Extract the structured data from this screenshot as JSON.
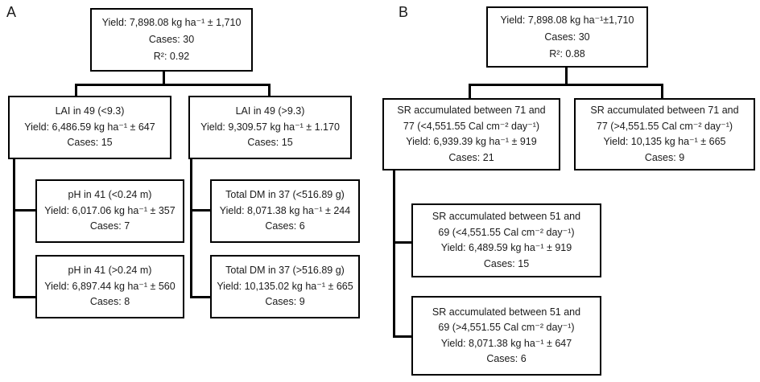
{
  "figure": {
    "type": "regression-tree-diagram",
    "colors": {
      "background": "#ffffff",
      "box_border": "#000000",
      "text": "#1a1a1a",
      "connector": "#000000"
    },
    "panel_a": {
      "label": "A",
      "nodes": {
        "root": "Yield: 7,898.08 kg ha⁻¹ ± 1,710\nCases: 30\nR²: 0.92",
        "lai_low": "LAI in 49 (<9.3)\nYield: 6,486.59 kg ha⁻¹ ± 647\nCases: 15",
        "lai_high": "LAI in 49 (>9.3)\nYield: 9,309.57 kg ha⁻¹ ± 1.170\nCases: 15",
        "ph_low": "pH in 41 (<0.24 m)\nYield: 6,017.06 kg ha⁻¹ ± 357\nCases: 7",
        "ph_high": "pH in 41 (>0.24 m)\nYield: 6,897.44 kg ha⁻¹ ± 560\nCases: 8",
        "dm_low": "Total DM in 37 (<516.89 g)\nYield: 8,071.38 kg ha⁻¹ ± 244\nCases: 6",
        "dm_high": "Total DM in 37 (>516.89 g)\nYield: 10,135.02 kg ha⁻¹ ± 665\nCases: 9"
      }
    },
    "panel_b": {
      "label": "B",
      "nodes": {
        "root": "Yield: 7,898.08 kg ha⁻¹±1,710\nCases: 30\nR²: 0.88",
        "sr77_low": "SR accumulated between 71 and\n77 (<4,551.55 Cal cm⁻² day⁻¹)\nYield: 6,939.39 kg ha⁻¹ ± 919\nCases: 21",
        "sr77_high": "SR accumulated between 71 and\n77 (>4,551.55 Cal cm⁻² day⁻¹)\nYield: 10,135 kg ha⁻¹ ± 665\nCases: 9",
        "sr69_low": "SR accumulated between 51 and\n69 (<4,551.55 Cal cm⁻² day⁻¹)\nYield: 6,489.59 kg ha⁻¹ ± 919\nCases: 15",
        "sr69_high": "SR accumulated between 51 and\n69 (>4,551.55 Cal cm⁻² day⁻¹)\nYield: 8,071.38 kg ha⁻¹ ± 647\nCases: 6"
      }
    }
  }
}
